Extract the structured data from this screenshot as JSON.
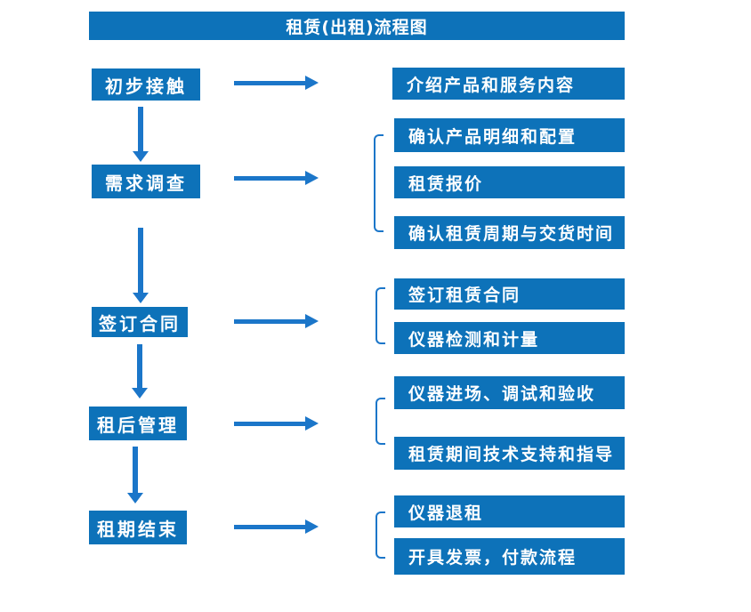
{
  "title": "租赁(出租)流程图",
  "colors": {
    "box_blue": "#0d72b9",
    "arrow_blue": "#1b76c9",
    "text_white": "#ffffff",
    "background": "#ffffff"
  },
  "flow": {
    "stages": [
      {
        "label": "初步接触",
        "outputs": [
          "介绍产品和服务内容"
        ]
      },
      {
        "label": "需求调查",
        "outputs": [
          "确认产品明细和配置",
          "租赁报价",
          "确认租赁周期与交货时间"
        ]
      },
      {
        "label": "签订合同",
        "outputs": [
          "签订租赁合同",
          "仪器检测和计量"
        ]
      },
      {
        "label": "租后管理",
        "outputs": [
          "仪器进场、调试和验收",
          "租赁期间技术支持和指导"
        ]
      },
      {
        "label": "租期结束",
        "outputs": [
          "仪器退租",
          "开具发票，付款流程"
        ]
      }
    ]
  }
}
